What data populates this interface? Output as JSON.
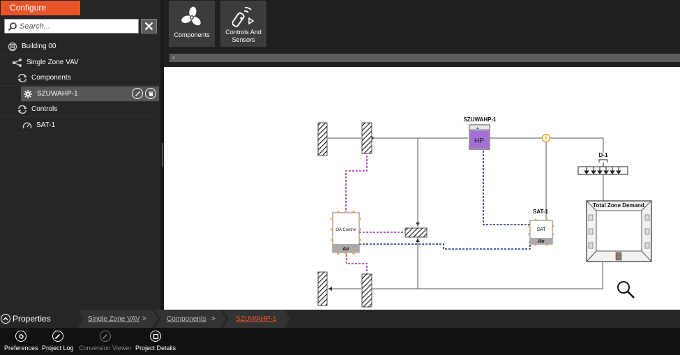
{
  "panel": {
    "title": "Configure Systems",
    "search_placeholder": "Search...",
    "tree": [
      {
        "label": "Building 00",
        "icon": "building-icon"
      },
      {
        "label": "Single Zone VAV",
        "icon": "system-tree-icon"
      },
      {
        "label": "Components",
        "icon": "loop-arrows-icon"
      },
      {
        "label": "SZUWAHP-1",
        "icon": "fan-gear-icon",
        "selected": true
      },
      {
        "label": "Controls",
        "icon": "loop-arrows-icon"
      },
      {
        "label": "SAT-1",
        "icon": "gauge-icon"
      }
    ]
  },
  "toolbar": {
    "components_label": "Components",
    "controls_label_1": "Controls And",
    "controls_label_2": "Sensors"
  },
  "diagram": {
    "unit_name": "SZUWAHP-1",
    "unit_badge": "HP",
    "oa_control_label": "OA Control",
    "oa_control_sub": "Air",
    "sat_name": "SAT-1",
    "sat_label": "SAT",
    "sat_sub": "Air",
    "diffuser_name": "D-1",
    "zone_label": "Total Zone Demand",
    "temp_node_label": "T"
  },
  "breadcrumb": {
    "properties_label": "Properties",
    "items": [
      "Single Zone VAV",
      "Components",
      "SZUWAHP-1"
    ],
    "separator": ">"
  },
  "bottom": {
    "preferences": "Preferences",
    "project_log": "Project Log",
    "conversion_viewer": "Conversion Viewer",
    "project_details": "Project Details"
  },
  "colors": {
    "accent": "#e8542a",
    "control_link": "#9b2fa8",
    "sensor_link": "#1a2a8c",
    "hp_fill": "#a46fd6"
  }
}
